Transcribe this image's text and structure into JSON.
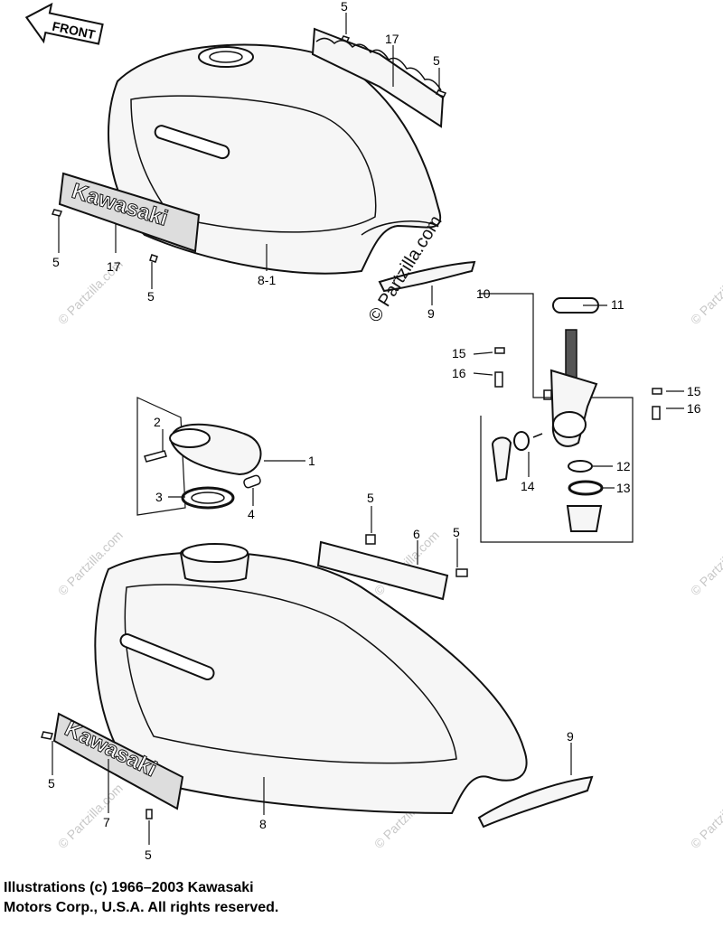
{
  "front_arrow": {
    "label": "FRONT"
  },
  "emblem_text": "Kawasaki",
  "watermark": {
    "main": "© Partzilla.com",
    "repeat": "© Partzilla.com"
  },
  "callouts": {
    "c1": "1",
    "c2": "2",
    "c3": "3",
    "c4": "4",
    "c5a": "5",
    "c5b": "5",
    "c5c": "5",
    "c5d": "5",
    "c5e": "5",
    "c5f": "5",
    "c5g": "5",
    "c5h": "5",
    "c6": "6",
    "c7": "7",
    "c8": "8",
    "c8_1": "8-1",
    "c9a": "9",
    "c9b": "9",
    "c10": "10",
    "c11": "11",
    "c12": "12",
    "c13": "13",
    "c14": "14",
    "c15a": "15",
    "c15b": "15",
    "c16a": "16",
    "c16b": "16",
    "c17a": "17",
    "c17b": "17"
  },
  "caption": {
    "line1": "Illustrations (c) 1966–2003 Kawasaki",
    "line2": "Motors Corp., U.S.A.  All rights reserved."
  },
  "colors": {
    "ink": "#111111",
    "watermark": "#c8c8c8",
    "background": "#ffffff"
  }
}
